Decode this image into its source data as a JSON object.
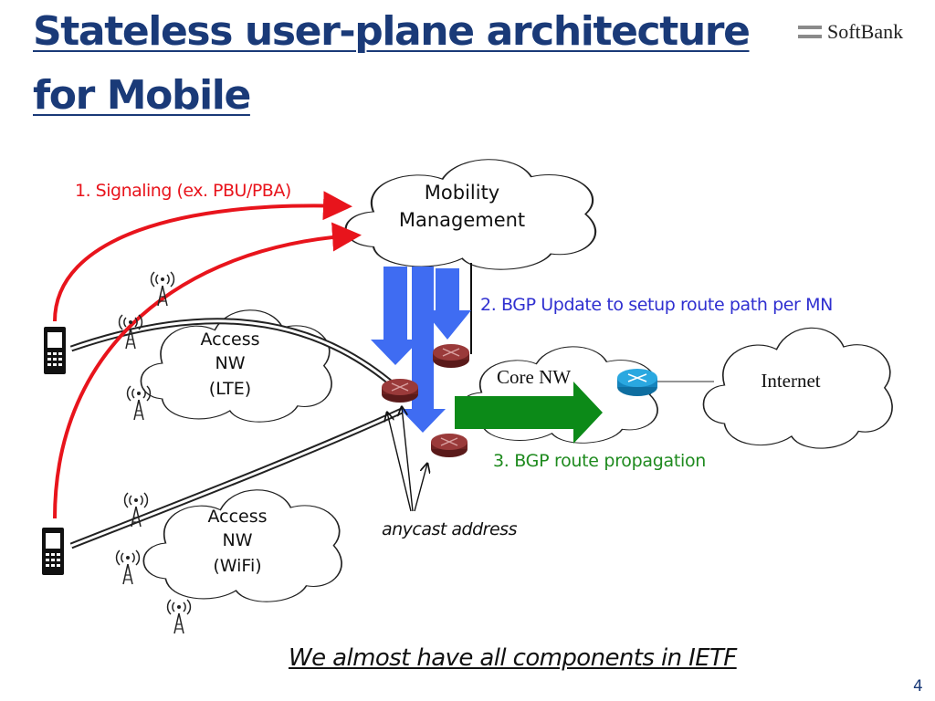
{
  "slide": {
    "title_line1": "Stateless user-plane architecture",
    "title_line2": "for Mobile",
    "logo_text": "SoftBank",
    "footer": "We almost have all components in IETF",
    "page_number": "4"
  },
  "diagram": {
    "clouds": {
      "mobility": [
        "Mobility",
        "Management"
      ],
      "access_lte": [
        "Access",
        "NW",
        "(LTE)"
      ],
      "access_wifi": [
        "Access",
        "NW",
        "(WiFi)"
      ],
      "core": "Core NW",
      "internet": "Internet"
    },
    "labels": {
      "signaling": "1. Signaling (ex. PBU/PBA)",
      "bgp_update": "2. BGP Update to setup route path per MN",
      "bgp_propagation": "3. BGP route propagation",
      "anycast": "anycast address"
    },
    "colors": {
      "title": "#1a3a78",
      "signaling": "#e8141c",
      "bgp_update": "#2f2fd0",
      "bgp_propagation": "#1e8a1e",
      "blue_arrow": "#3f6cf2",
      "green_arrow": "#0c8a18",
      "router": "#8c2f2f",
      "core_router": "#1e9ad8"
    }
  }
}
